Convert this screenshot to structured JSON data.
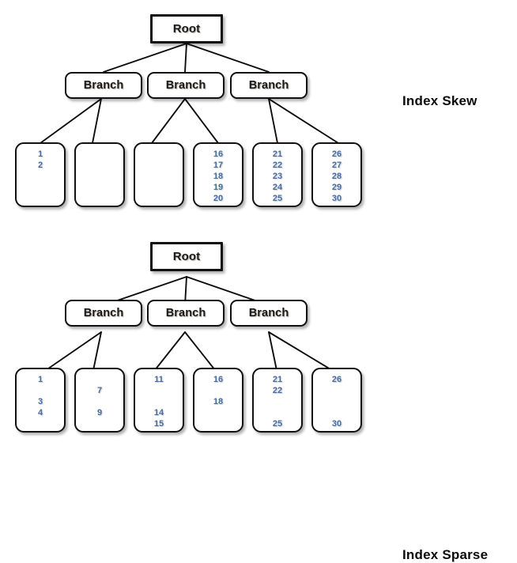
{
  "diagrams": [
    {
      "id": "index-skew",
      "caption": "Index Skew",
      "root": {
        "label": "Root"
      },
      "branches": [
        {
          "label": "Branch"
        },
        {
          "label": "Branch"
        },
        {
          "label": "Branch"
        }
      ],
      "leaves": [
        {
          "values": [
            "1",
            "2"
          ],
          "slots": [
            0,
            1
          ]
        },
        {
          "values": [],
          "slots": []
        },
        {
          "values": [],
          "slots": []
        },
        {
          "values": [
            "16",
            "17",
            "18",
            "19",
            "20"
          ],
          "slots": [
            0,
            1,
            2,
            3,
            4
          ]
        },
        {
          "values": [
            "21",
            "22",
            "23",
            "24",
            "25"
          ],
          "slots": [
            0,
            1,
            2,
            3,
            4
          ]
        },
        {
          "values": [
            "26",
            "27",
            "28",
            "29",
            "30"
          ],
          "slots": [
            0,
            1,
            2,
            3,
            4
          ]
        }
      ]
    },
    {
      "id": "index-sparse",
      "caption": "Index Sparse",
      "root": {
        "label": "Root"
      },
      "branches": [
        {
          "label": "Branch"
        },
        {
          "label": "Branch"
        },
        {
          "label": "Branch"
        }
      ],
      "leaves": [
        {
          "values": [
            "1",
            "3",
            "4"
          ],
          "slots": [
            0,
            2,
            3
          ]
        },
        {
          "values": [
            "7",
            "9"
          ],
          "slots": [
            1,
            3
          ]
        },
        {
          "values": [
            "11",
            "14",
            "15"
          ],
          "slots": [
            0,
            3,
            4
          ]
        },
        {
          "values": [
            "16",
            "18"
          ],
          "slots": [
            0,
            2
          ]
        },
        {
          "values": [
            "21",
            "22",
            "25"
          ],
          "slots": [
            0,
            1,
            4
          ]
        },
        {
          "values": [
            "26",
            "30"
          ],
          "slots": [
            0,
            4
          ]
        }
      ]
    }
  ],
  "colors": {
    "value_text": "#4a6d9e",
    "node_border": "#111111",
    "background": "#ffffff",
    "edge": "#0d0d0d"
  }
}
